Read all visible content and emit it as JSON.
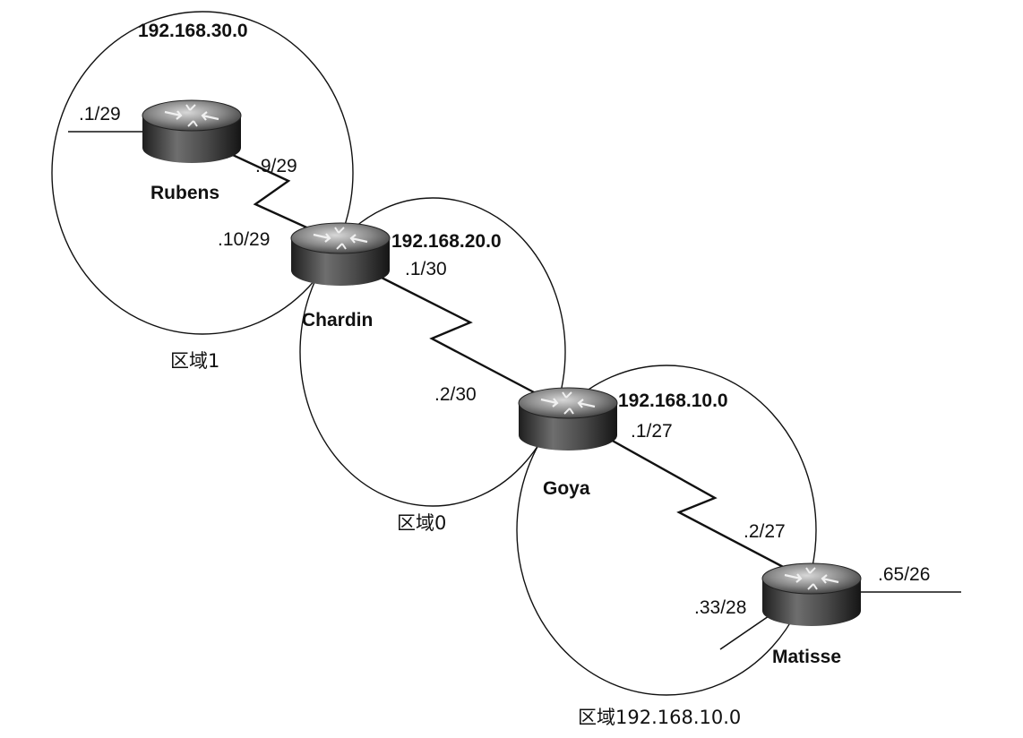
{
  "routers": {
    "rubens": {
      "name": "Rubens"
    },
    "chardin": {
      "name": "Chardin"
    },
    "goya": {
      "name": "Goya"
    },
    "matisse": {
      "name": "Matisse"
    }
  },
  "areas": {
    "area1": {
      "network": "192.168.30.0",
      "label": "区域1"
    },
    "area0": {
      "network": "192.168.20.0",
      "label": "区域0"
    },
    "area_10": {
      "network": "192.168.10.0",
      "label": "区域192.168.10.0"
    }
  },
  "interfaces": {
    "rubens_lan": ".1/29",
    "rubens_serial": ".9/29",
    "chardin_to_rubens": ".10/29",
    "chardin_to_goya": ".1/30",
    "goya_to_chardin": ".2/30",
    "goya_to_matisse": ".1/27",
    "matisse_to_goya": ".2/27",
    "matisse_lan_left": ".33/28",
    "matisse_lan_right": ".65/26"
  }
}
